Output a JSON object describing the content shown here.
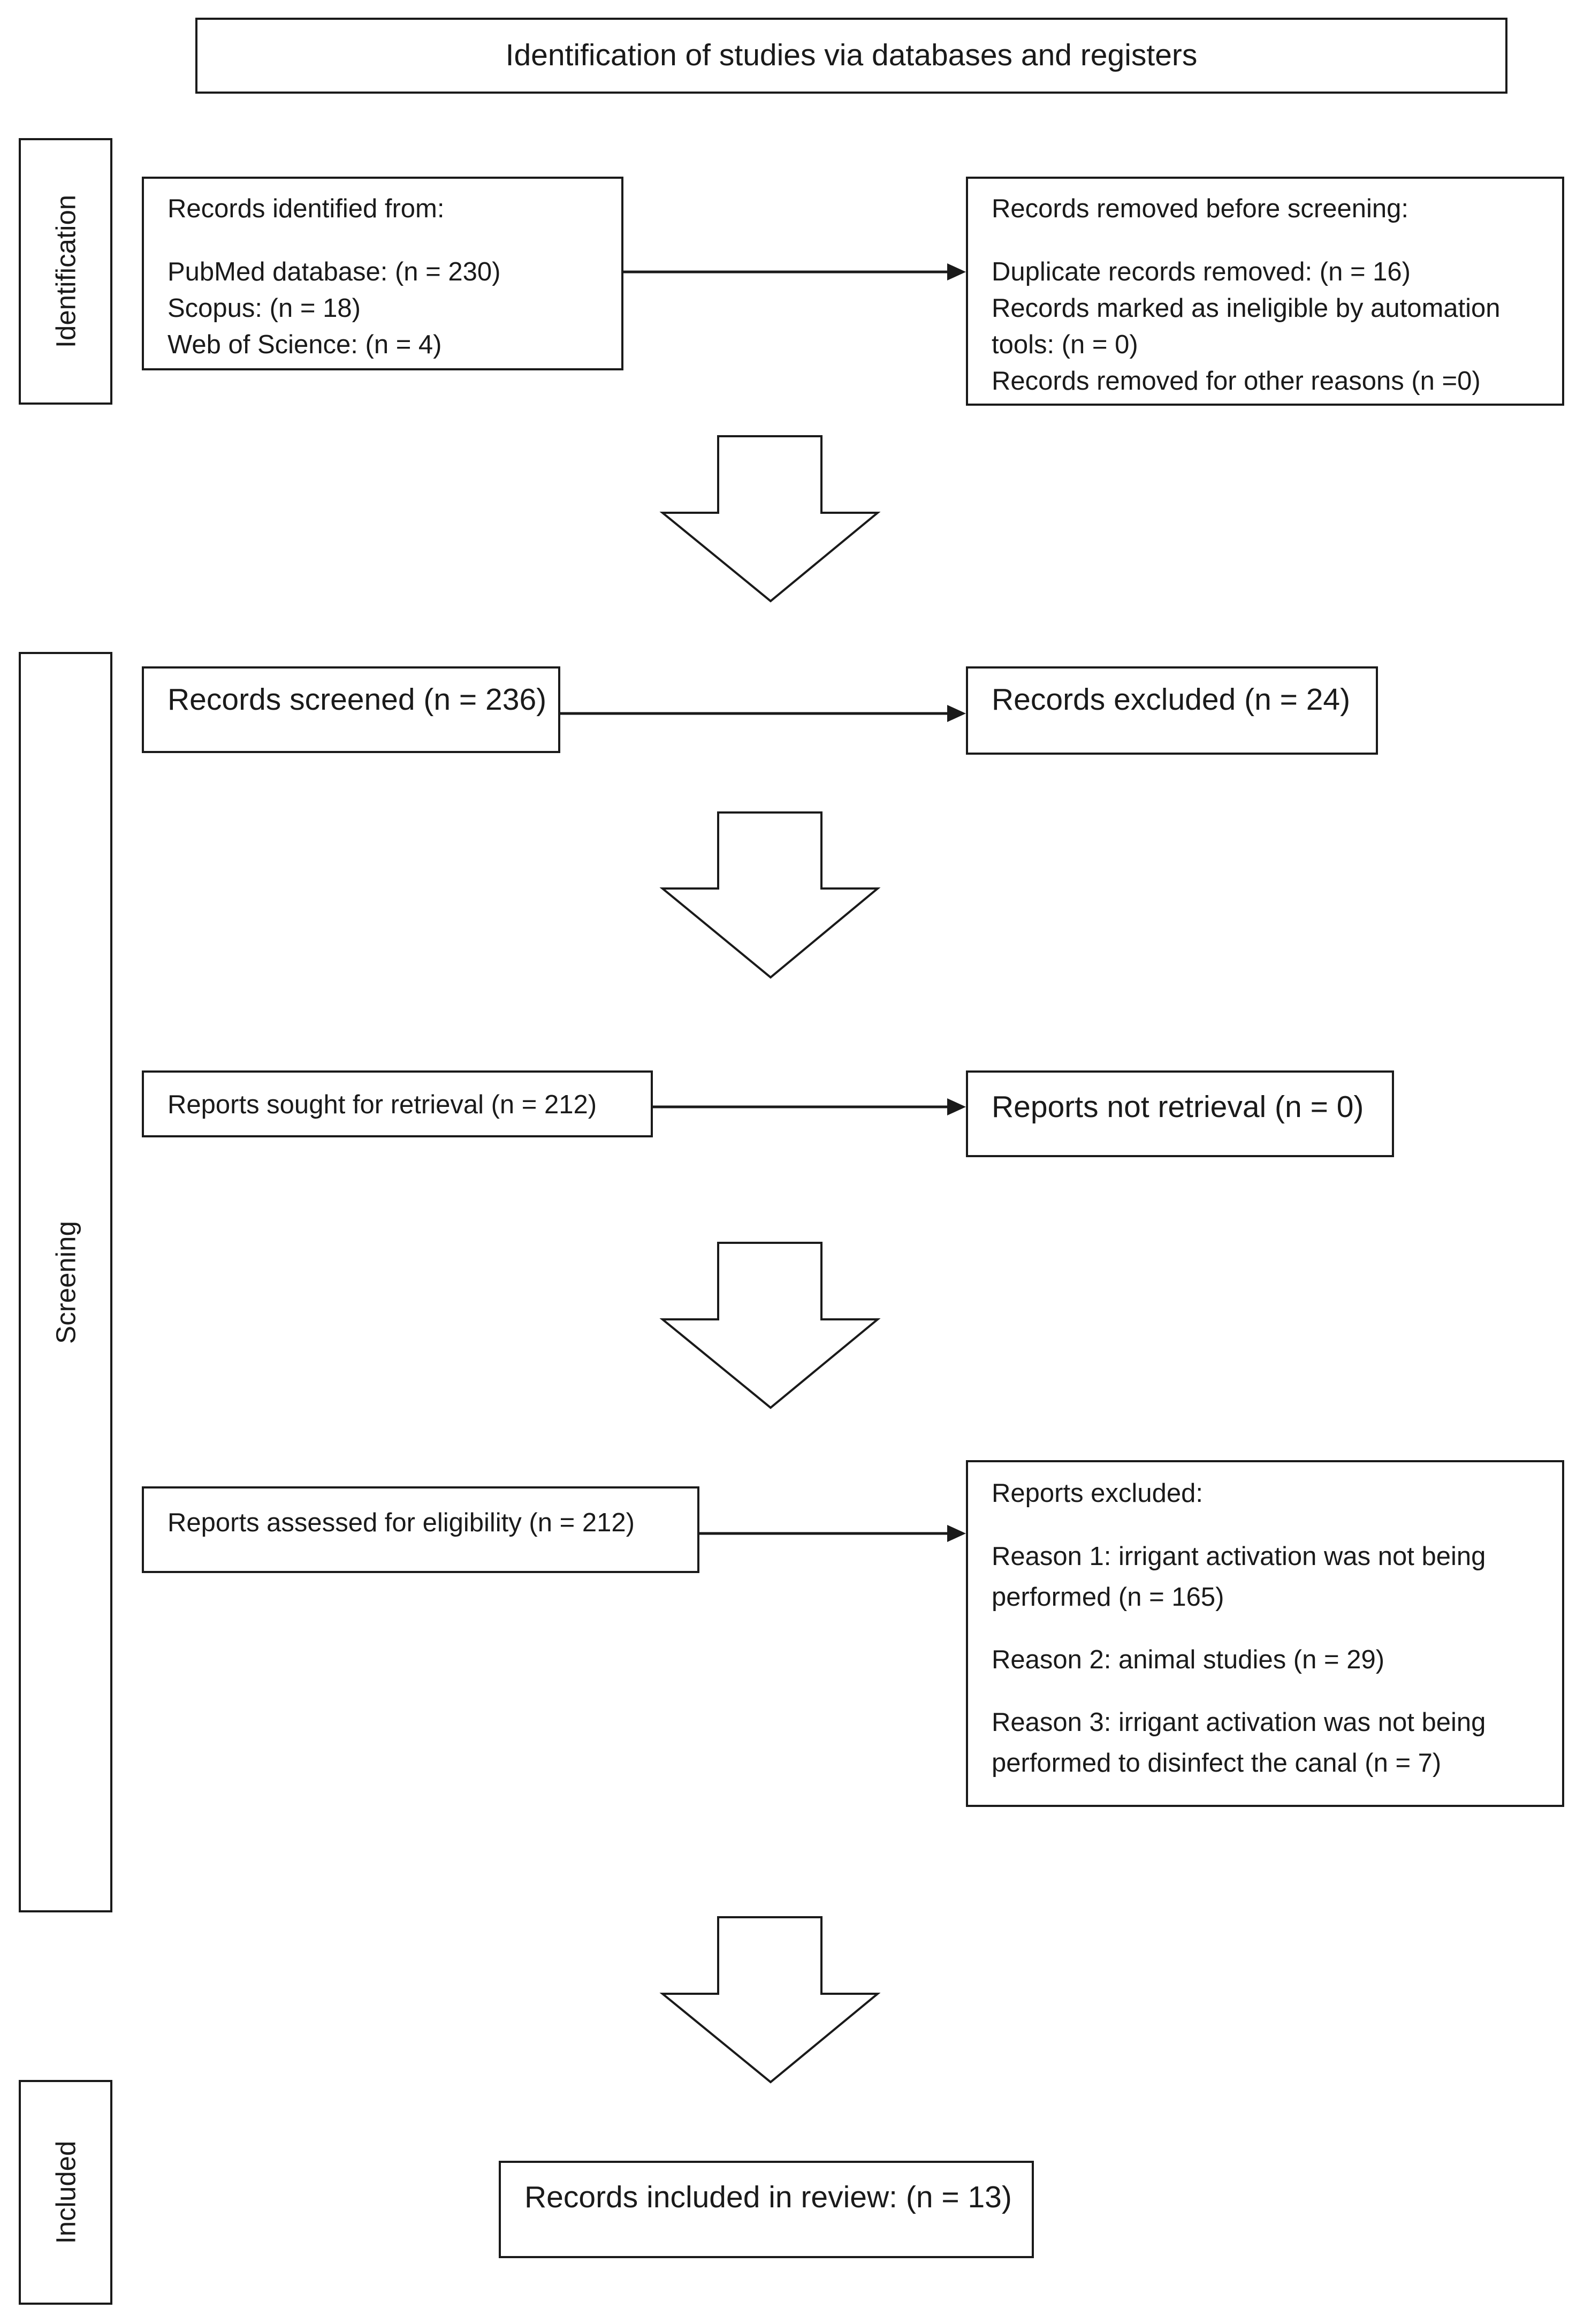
{
  "header": "Identification of studies via databases and registers",
  "phases": {
    "identification": "Identification",
    "screening": "Screening",
    "included": "Included"
  },
  "identified": {
    "heading": "Records identified from:",
    "lines": [
      "PubMed database: (n = 230)",
      "Scopus: (n = 18)",
      "Web of Science: (n = 4)"
    ]
  },
  "removed": {
    "heading": "Records removed before screening:",
    "lines": [
      "Duplicate records removed: (n = 16)",
      "Records marked as ineligible by automation",
      "tools: (n = 0)",
      "Records removed for other reasons (n =0)"
    ]
  },
  "screened": "Records screened (n = 236)",
  "excluded": "Records excluded (n = 24)",
  "sought": "Reports sought for retrieval (n = 212)",
  "not_retrieved": "Reports not retrieval (n = 0)",
  "assessed": "Reports assessed for eligibility (n = 212)",
  "reports_excluded": {
    "heading": "Reports excluded:",
    "reason1": [
      "Reason 1: irrigant activation was not being",
      "performed (n = 165)"
    ],
    "reason2": "Reason 2: animal studies (n = 29)",
    "reason3": [
      "Reason 3: irrigant activation was not being",
      "performed to disinfect the canal (n = 7)"
    ]
  },
  "included": "Records included in review: (n = 13)"
}
